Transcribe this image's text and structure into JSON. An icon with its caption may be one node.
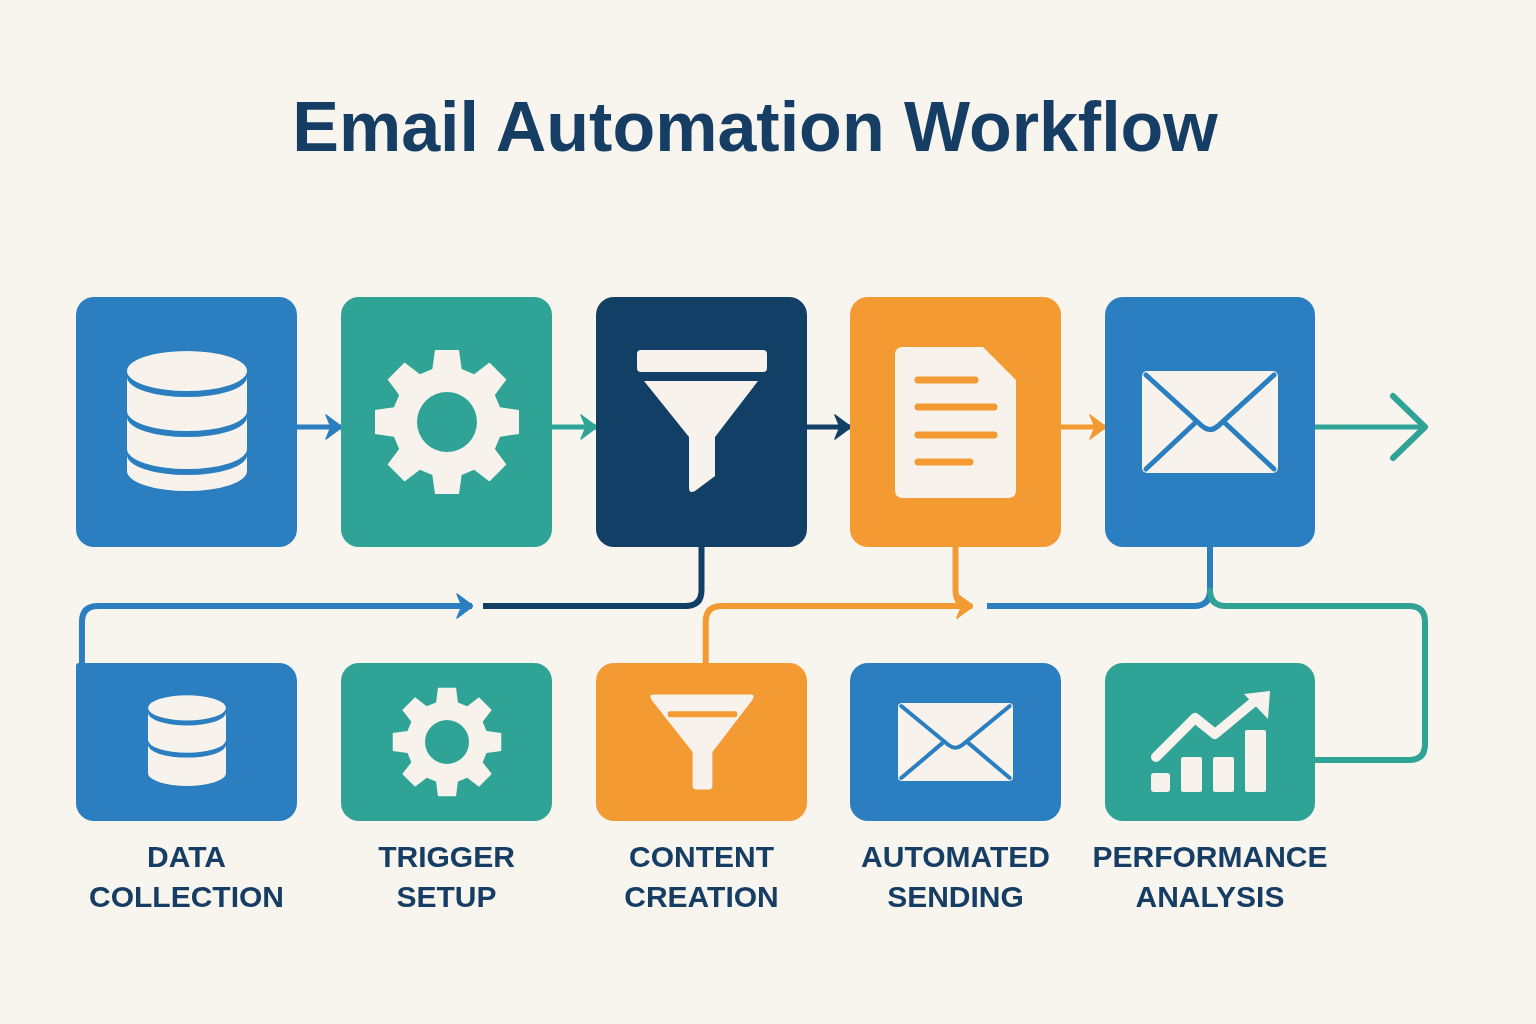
{
  "diagram": {
    "title": "Email Automation Workflow",
    "nodes": [
      {
        "text": [],
        "shape": "box"
      },
      {
        "text": [],
        "shape": "box"
      },
      {
        "text": [],
        "shape": "box"
      },
      {
        "text": [],
        "shape": "box"
      },
      {
        "text": [],
        "shape": "box"
      },
      {
        "text": [
          "DATA COLLECTION"
        ]
      },
      {
        "text": [
          "TRIGGER SETUP"
        ]
      },
      {
        "text": [
          "CONTENT CREATION"
        ]
      },
      {
        "text": [
          "AUTOMATED SENDING"
        ]
      },
      {
        "text": [
          "PERFORMANCE ANALYSIS"
        ]
      }
    ],
    "edges": [
      {
        "from": 0,
        "to": 1,
        "arrow": "to",
        "color": "#2b7fc0"
      },
      {
        "from": 1,
        "to": 2,
        "arrow": "to",
        "color": "#2fa396"
      },
      {
        "from": 2,
        "to": 3,
        "arrow": "to",
        "color": "#123f66"
      },
      {
        "from": 3,
        "to": 4,
        "arrow": "to",
        "color": "#f39a32"
      },
      {
        "from": 4,
        "to": null,
        "arrow": "to",
        "color": "#2fa396"
      },
      {
        "from": 5,
        "to": null,
        "arrow": "to",
        "color": "#2b7fc0"
      },
      {
        "from": 2,
        "to": null,
        "arrow": "none",
        "color": "#123f66"
      },
      {
        "from": 7,
        "to": null,
        "arrow": "to",
        "color": "#f39a32"
      },
      {
        "from": 3,
        "to": null,
        "arrow": "to",
        "color": "#f39a32"
      },
      {
        "from": 4,
        "to": null,
        "arrow": "none",
        "color": "#2b7fc0"
      },
      {
        "from": 4,
        "to": 9,
        "arrow": "none",
        "color": "#2fa396"
      }
    ]
  }
}
